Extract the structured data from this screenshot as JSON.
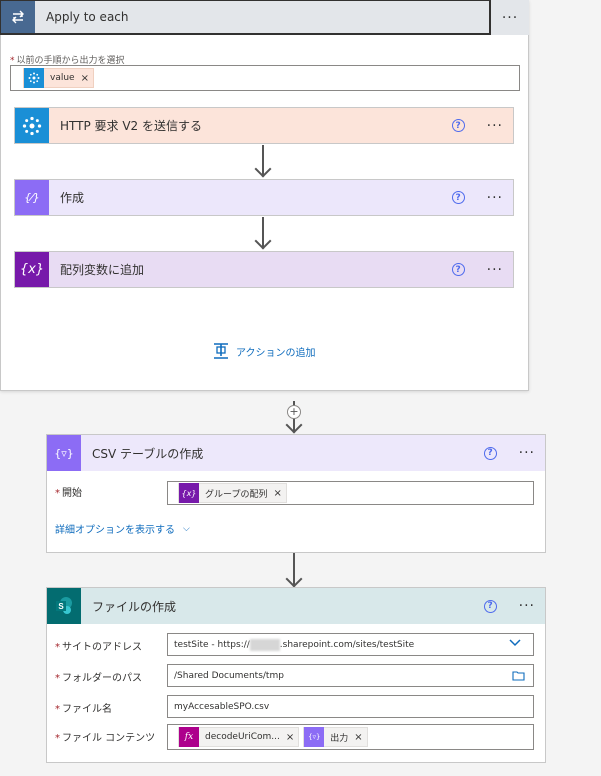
{
  "apply_each": {
    "title": "Apply to each",
    "more": "···",
    "select_label": "以前の手順から出力を選択",
    "token": "value",
    "add_action": "アクションの追加"
  },
  "actions": [
    {
      "title": "HTTP 要求 V2 を送信する",
      "color": "#fce4da",
      "icon_bg": "#1a8fd6",
      "icon": "http-globe-icon"
    },
    {
      "title": "作成",
      "color": "#ece7fb",
      "icon_bg": "#8c6cf5",
      "icon": "compose-icon"
    },
    {
      "title": "配列変数に追加",
      "color": "#e8dcf3",
      "icon_bg": "#7719aa",
      "icon": "variable-icon"
    }
  ],
  "csv": {
    "title": "CSV テーブルの作成",
    "from_label": "開始",
    "token": "グループの配列",
    "advanced": "詳細オプションを表示する"
  },
  "file": {
    "title": "ファイルの作成",
    "site_label": "サイトのアドレス",
    "site_value_prefix": "testSite - https://",
    "site_value_suffix": ".sharepoint.com/sites/testSite",
    "folder_label": "フォルダーのパス",
    "folder_value": "/Shared Documents/tmp",
    "name_label": "ファイル名",
    "name_value": "myAccesableSPO.csv",
    "content_label": "ファイル コンテンツ",
    "token1": "decodeUriCom...",
    "token2": "出力"
  },
  "common": {
    "help": "?",
    "more": "···",
    "remove": "×",
    "required": "*"
  },
  "colors": {
    "apply_header": "#e3e6ea",
    "csv_header": "#ede8fb",
    "file_header": "#d8e8ea",
    "sharepoint": "#036c70"
  }
}
